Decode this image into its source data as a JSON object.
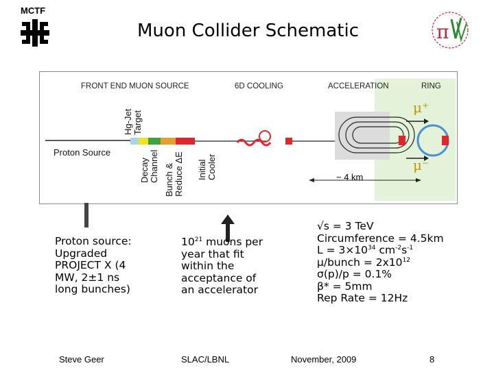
{
  "header": {
    "org_label": "MCTF",
    "title": "Muon Collider Schematic"
  },
  "schematic": {
    "sections": [
      "FRONT END MUON SOURCE",
      "6D COOLING",
      "ACCELERATION",
      "RING"
    ],
    "target_label": "Hg-Jet\nTarget",
    "proton_source": "Proton Source",
    "stage_labels": [
      "Decay\nChannel",
      "Bunch &\nReduce ΔE",
      "Initial\nCooler"
    ],
    "distance": "~ 4 km",
    "mu_plus": "μ⁺",
    "mu_minus": "μ⁻",
    "colors": {
      "ring": "#4a90d9",
      "accel": "#d8d8d8",
      "ring_bg": "#e3f2d8",
      "magnet": "#d9262a"
    }
  },
  "text_blocks": {
    "proton_source": "Proton source:\nUpgraded\nPROJECT X (4\nMW, 2±1 ns\nlong bunches)",
    "muons": {
      "base": "10",
      "exp": "21",
      "rest": " muons per\nyear that fit\nwithin the\nacceptance of\nan accelerator"
    },
    "params": [
      "√s = 3 TeV",
      "Circumference = 4.5km",
      "L = 3×10",
      "34",
      " cm",
      "-2",
      "s",
      "-1",
      "μ/bunch = 2x10",
      "12",
      "σ(p)/p = 0.1%",
      "β* = 5mm",
      "Rep Rate = 12Hz"
    ]
  },
  "footer": {
    "author": "Steve Geer",
    "venue": "SLAC/LBNL",
    "date": "November, 2009",
    "page": "8"
  }
}
